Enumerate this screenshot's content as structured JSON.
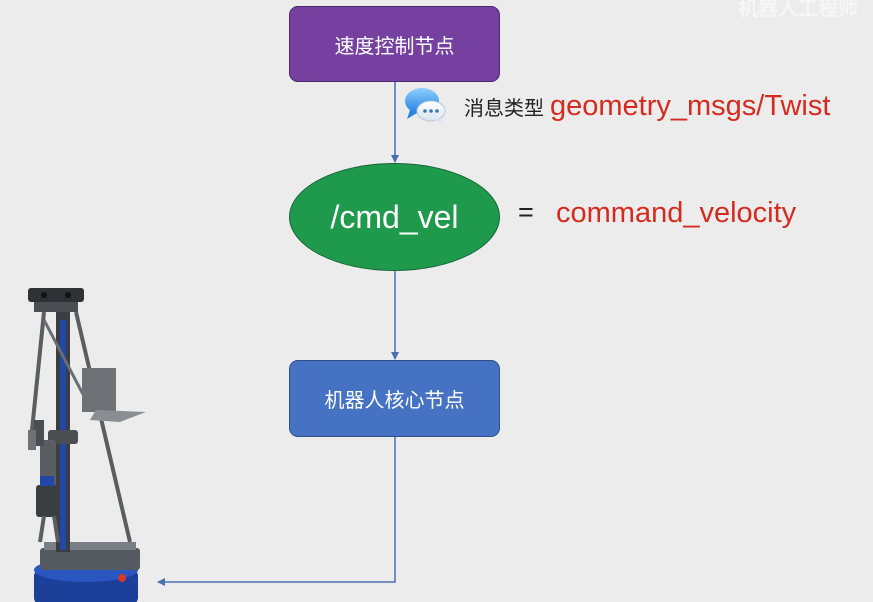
{
  "watermark": "机器人工程师",
  "nodes": {
    "speed_control": "速度控制节点",
    "topic": "/cmd_vel",
    "robot_core": "机器人核心节点"
  },
  "message": {
    "label": "消息类型",
    "type": "geometry_msgs/Twist"
  },
  "topic_expansion": {
    "equals": "=",
    "meaning": "command_velocity"
  },
  "icons": {
    "chat": "chat-bubble-icon",
    "robot": "mobile-manipulator-robot-image"
  },
  "colors": {
    "speed_node": "#7540a0",
    "topic_node": "#1f9a4c",
    "core_node": "#4672c4",
    "arrow": "#4a6fb3",
    "highlight_text": "#d42b1e"
  }
}
